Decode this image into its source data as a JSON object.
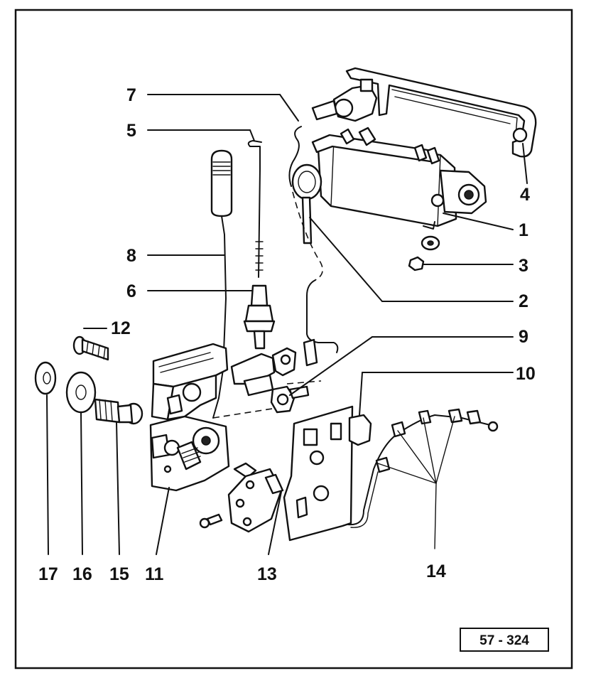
{
  "reference": "57 - 324",
  "callouts": [
    {
      "id": "c1",
      "label": "1"
    },
    {
      "id": "c2",
      "label": "2"
    },
    {
      "id": "c3",
      "label": "3"
    },
    {
      "id": "c4",
      "label": "4"
    },
    {
      "id": "c5",
      "label": "5"
    },
    {
      "id": "c6",
      "label": "6"
    },
    {
      "id": "c7",
      "label": "7"
    },
    {
      "id": "c8",
      "label": "8"
    },
    {
      "id": "c9",
      "label": "9"
    },
    {
      "id": "c10",
      "label": "10"
    },
    {
      "id": "c11",
      "label": "11"
    },
    {
      "id": "c12",
      "label": "12"
    },
    {
      "id": "c13",
      "label": "13"
    },
    {
      "id": "c14",
      "label": "14"
    },
    {
      "id": "c15",
      "label": "15"
    },
    {
      "id": "c16",
      "label": "16"
    },
    {
      "id": "c17",
      "label": "17"
    }
  ]
}
